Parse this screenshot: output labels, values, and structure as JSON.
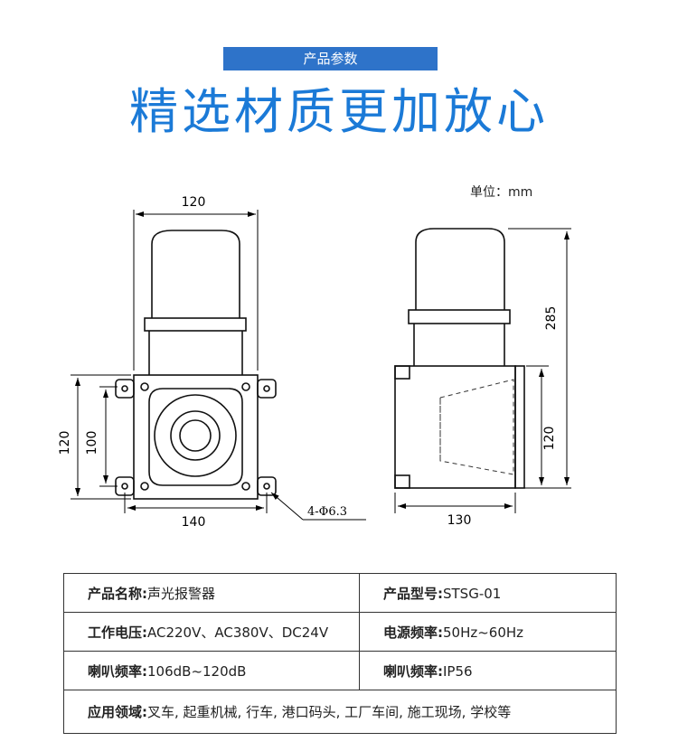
{
  "banner": "产品参数",
  "headline": "精选材质更加放心",
  "unit_note": "单位：mm",
  "dimensions": {
    "front_top_width": "120",
    "front_height_outer": "120",
    "front_height_inner": "100",
    "front_base_width": "140",
    "holes": "4-Φ6.3",
    "side_total_height": "285",
    "side_body_height": "120",
    "side_depth": "130"
  },
  "specs": {
    "name_label": "产品名称:",
    "name_value": "声光报警器",
    "model_label": "产品型号:",
    "model_value": "STSG-01",
    "voltage_label": "工作电压:",
    "voltage_value": "AC220V、AC380V、DC24V",
    "power_freq_label": "电源频率:",
    "power_freq_value": "50Hz~60Hz",
    "horn_freq_label": "喇叭频率:",
    "horn_freq_value": "106dB~120dB",
    "horn_rate_label": "喇叭频率:",
    "horn_rate_value": "IP56",
    "application_label": "应用领域:",
    "application_value": "叉车, 起重机械, 行车, 港口码头, 工厂车间, 施工现场, 学校等"
  }
}
